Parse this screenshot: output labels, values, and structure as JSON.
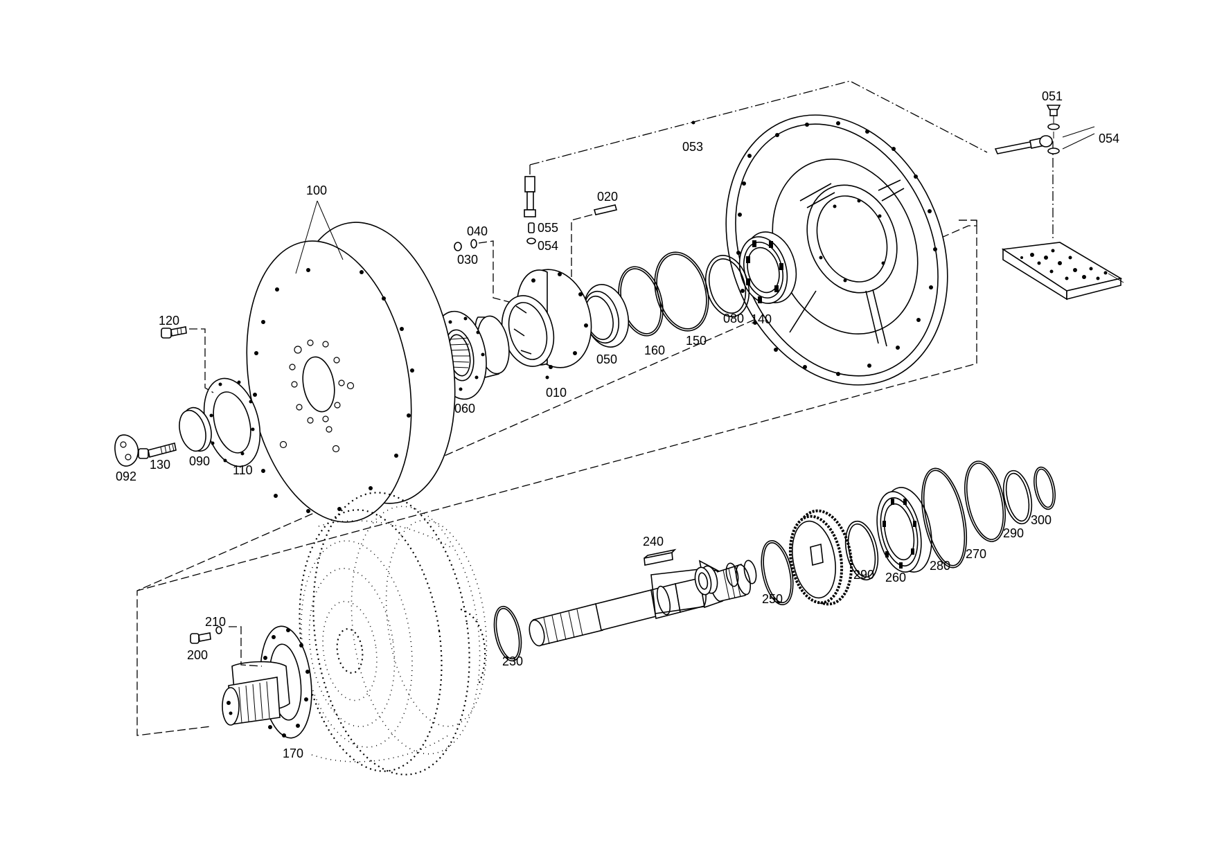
{
  "parts": {
    "p010": "010",
    "p020": "020",
    "p030": "030",
    "p040": "040",
    "p050": "050",
    "p051": "051",
    "p053": "053",
    "p054a": "054",
    "p054b": "054",
    "p055": "055",
    "p060": "060",
    "p080": "080",
    "p090": "090",
    "p092": "092",
    "p100": "100",
    "p110": "110",
    "p120": "120",
    "p130": "130",
    "p140": "140",
    "p150": "150",
    "p160": "160",
    "p170": "170",
    "p200": "200",
    "p210": "210",
    "p230": "230",
    "p240": "240",
    "p250": "250",
    "p260": "260",
    "p270": "270",
    "p280": "280",
    "p290a": "290",
    "p290b": "290",
    "p300": "300"
  }
}
